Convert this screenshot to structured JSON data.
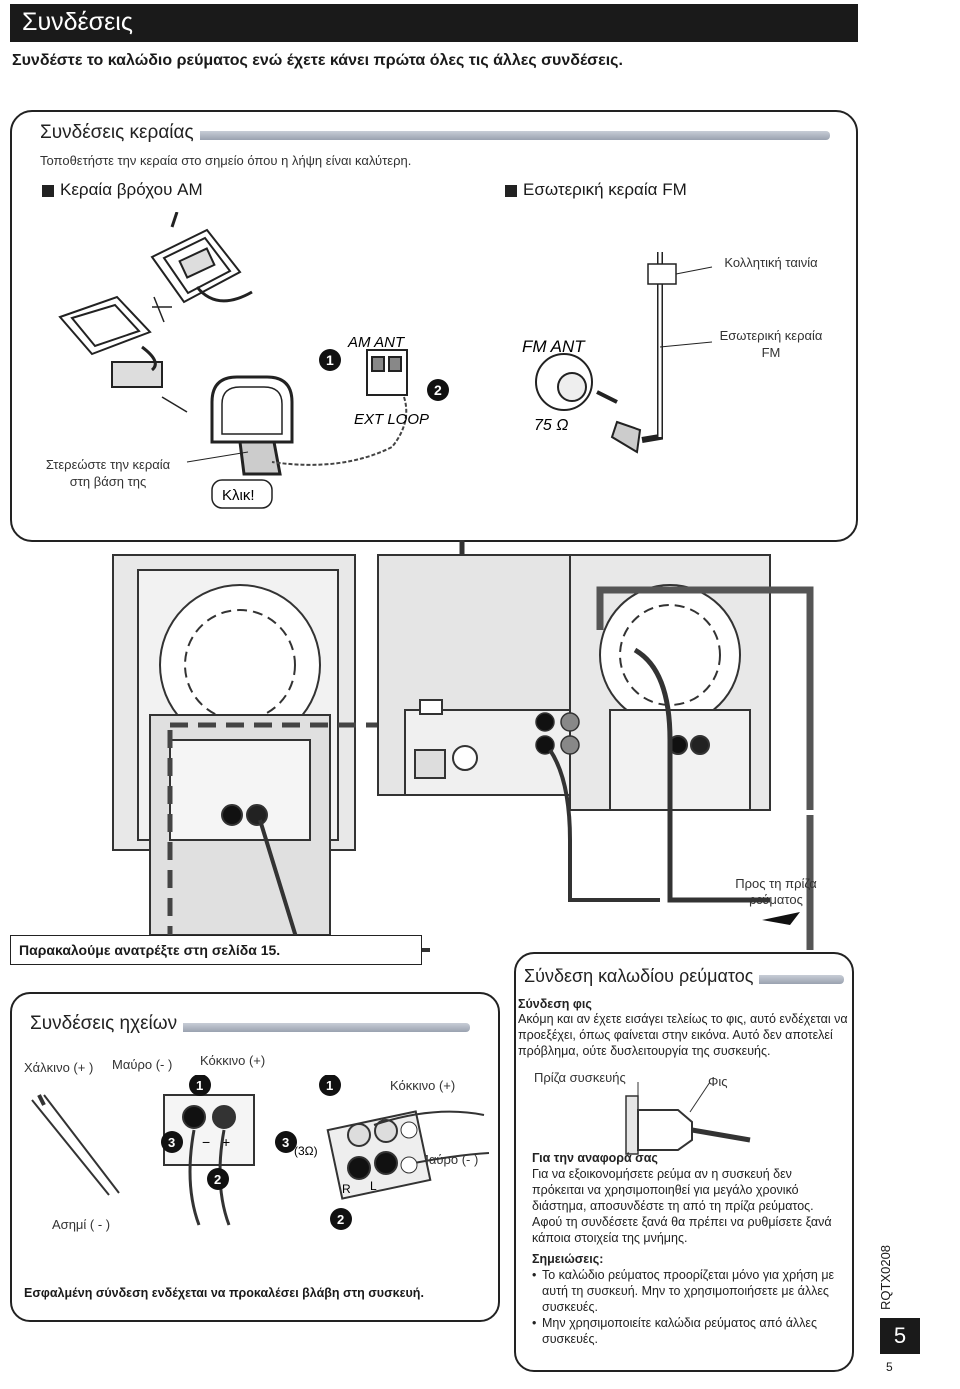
{
  "header": {
    "title": "Συνδέσεις"
  },
  "intro": "Συνδέστε το καλώδιο ρεύματος ενώ έχετε κάνει πρώτα όλες τις άλλες συνδέσεις.",
  "antenna": {
    "title": "Συνδέσεις κεραίας",
    "subtitle": "Τοποθετήστε την κεραία στο σημείο όπου η λήψη είναι καλύτερη.",
    "am_heading": "Κεραία βρόχου AM",
    "fm_heading": "Εσωτερική κεραία FM",
    "tape_label": "Κολλητική ταινία",
    "fm_label": "Εσωτερική κεραία FM",
    "am_ant": "AM ANT",
    "ext_loop": "EXT LOOP",
    "fm_ant": "FM ANT",
    "ohm": "75 Ω",
    "secure_label": "Στερεώστε την κεραία στη βάση της",
    "click_label": "Κλικ!",
    "step1": "1",
    "step2": "2"
  },
  "outlet_label": "Προς τη πρίζα ρεύματος",
  "note": "Παρακαλούμε ανατρέξτε στη σελίδα 15.",
  "speakers": {
    "title": "Συνδέσεις ηχείων",
    "copper": "Χάλκινο (+ )",
    "black": "Μαύρο (- )",
    "red": "Κόκκινο (+)",
    "silver": "Ασημί ( - )",
    "red_right": "Κόκκινο (+)",
    "black_right": "Μαύρο (- )",
    "ohm": "(3Ω)",
    "r": "R",
    "l": "L",
    "plus": "+",
    "minus": "−",
    "warning": "Εσφαλμένη σύνδεση ενδέχεται να προκαλέσει βλάβη στη συσκευή.",
    "n1": "1",
    "n2": "2",
    "n3": "3"
  },
  "power": {
    "title": "Σύνδεση καλωδίου ρεύματος",
    "plug_heading": "Σύνδεση φις",
    "plug_text": "Ακόμη και αν έχετε εισάγει τελείως το φις, αυτό ενδέχεται να προεξέχει, όπως φαίνεται στην εικόνα. Αυτό δεν αποτελεί πρόβλημα, ούτε δυσλειτουργία της συσκευής.",
    "socket_label": "Πρίζα συσκευής",
    "plug_label": "Φις",
    "ref_heading": "Για την αναφορά σας",
    "ref_text": "Για να εξοικονομήσετε ρεύμα αν η συσκευή δεν πρόκειται να χρησιμοποιηθεί για μεγάλο χρονικό διάστημα, αποσυνδέστε τη από τη πρίζα ρεύματος. Αφού τη συνδέσετε ξανά θα πρέπει να ρυθμίσετε ξανά κάποια στοιχεία της μνήμης.",
    "notes_heading": "Σημειώσεις:",
    "notes": [
      "Το καλώδιο ρεύματος προορίζεται μόνο για χρήση με αυτή τη συσκευή. Μην το χρησιμοποιήσετε με άλλες συσκευές.",
      "Μην χρησιμοποιείτε καλώδια ρεύματος από άλλες συσκευές."
    ]
  },
  "footer": {
    "code": "RQTX0208",
    "page": "5",
    "page_small": "5"
  }
}
